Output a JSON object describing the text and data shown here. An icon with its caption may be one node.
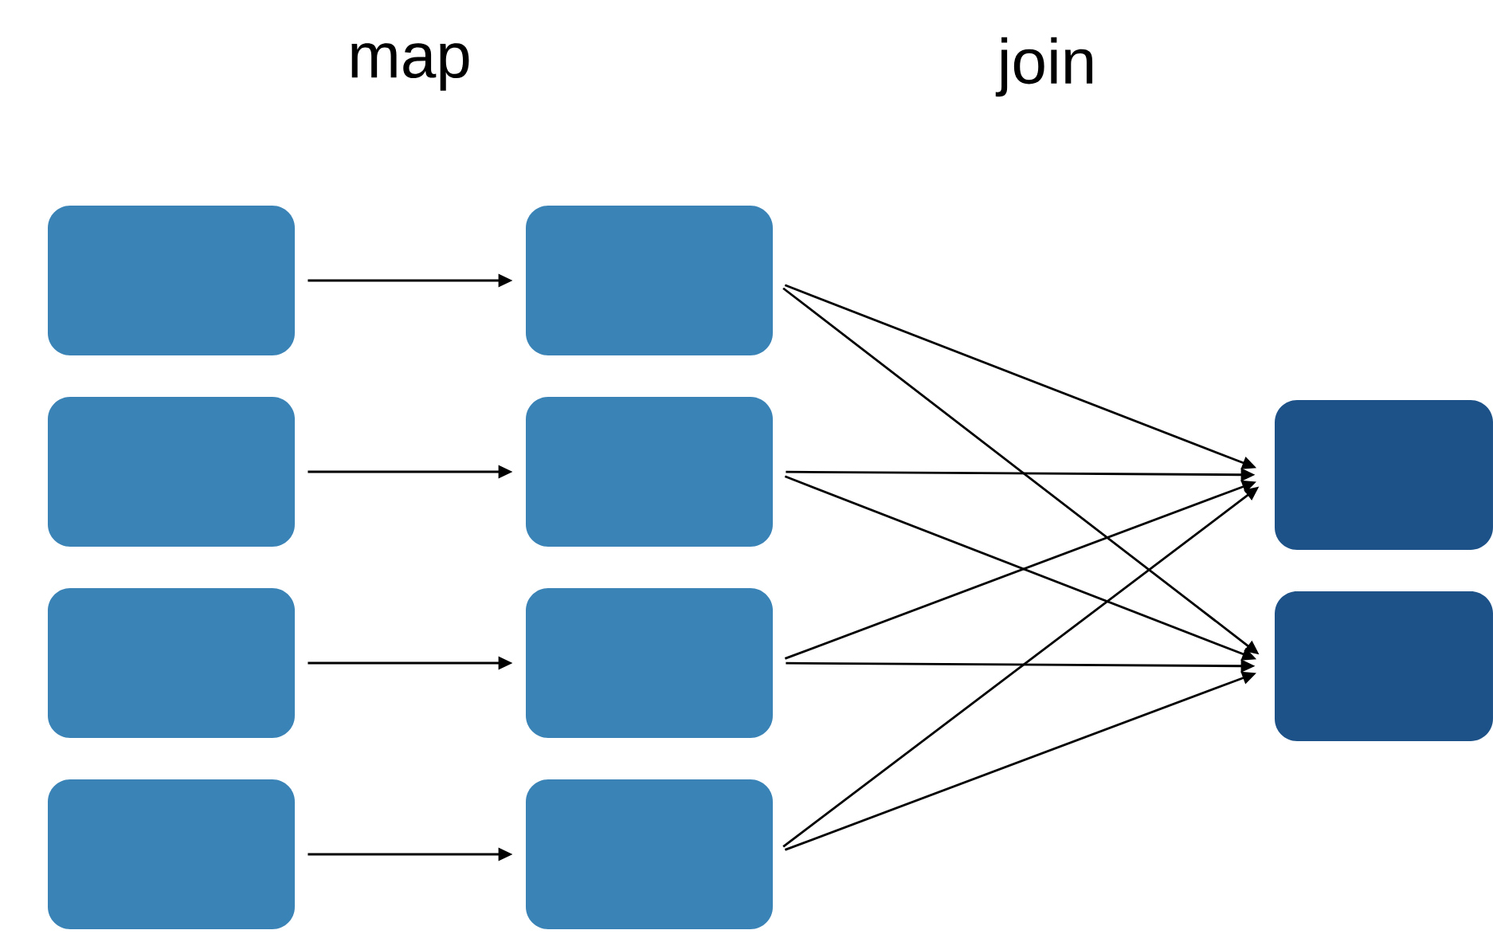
{
  "diagram": {
    "nodes": [
      {
        "text": [],
        "shape": "box"
      },
      {
        "text": [],
        "shape": "box"
      },
      {
        "text": [],
        "shape": "box"
      },
      {
        "text": [],
        "shape": "box"
      },
      {
        "text": [],
        "shape": "box"
      },
      {
        "text": [],
        "shape": "box"
      },
      {
        "text": [],
        "shape": "box"
      },
      {
        "text": [],
        "shape": "box"
      },
      {
        "text": [],
        "shape": "box"
      },
      {
        "text": [],
        "shape": "box"
      }
    ],
    "edges": [
      {
        "from": 0,
        "to": 4,
        "arrow": "to"
      },
      {
        "from": 1,
        "to": 5,
        "arrow": "to"
      },
      {
        "from": 2,
        "to": 6,
        "arrow": "to"
      },
      {
        "from": 3,
        "to": 7,
        "arrow": "to"
      },
      {
        "from": 4,
        "to": 8,
        "arrow": "to"
      },
      {
        "from": 4,
        "to": 9,
        "arrow": "to"
      },
      {
        "from": 5,
        "to": 8,
        "arrow": "to"
      },
      {
        "from": 5,
        "to": 9,
        "arrow": "to"
      },
      {
        "from": 6,
        "to": 8,
        "arrow": "to"
      },
      {
        "from": 6,
        "to": 9,
        "arrow": "to"
      },
      {
        "from": 7,
        "to": 8,
        "arrow": "to"
      },
      {
        "from": 7,
        "to": 9,
        "arrow": "to"
      }
    ],
    "labels": [
      "map",
      "join"
    ]
  }
}
